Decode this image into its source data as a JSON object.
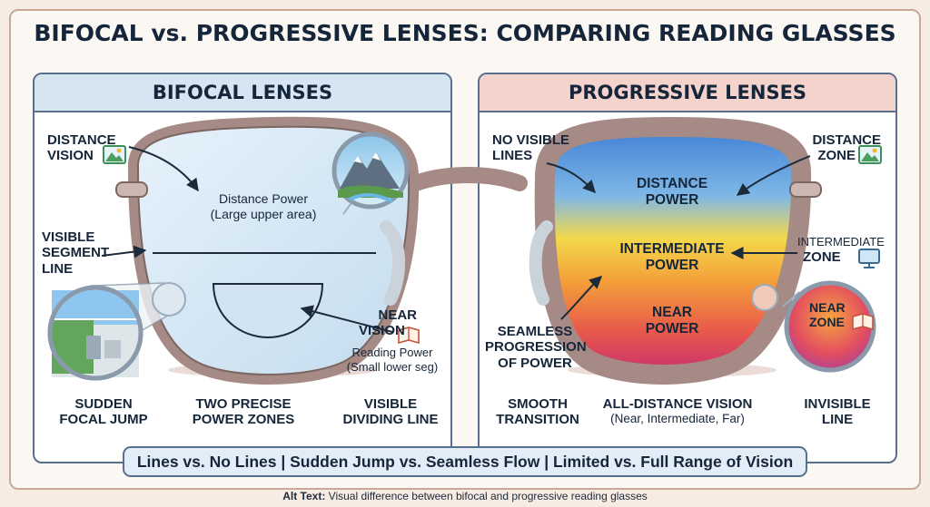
{
  "title": "BIFOCAL vs. PROGRESSIVE LENSES: COMPARING READING GLASSES",
  "bifocal": {
    "header": "BIFOCAL LENSES",
    "distance_vision": [
      "DISTANCE",
      "VISION"
    ],
    "visible_segment_line": [
      "VISIBLE",
      "SEGMENT",
      "LINE"
    ],
    "distance_power": "Distance Power",
    "large_upper_area": "(Large upper area)",
    "near_vision": [
      "NEAR",
      "VISION"
    ],
    "reading_power": "Reading Power",
    "small_lower_seg": "(Small lower seg)",
    "bottom_labels": [
      [
        "SUDDEN",
        "FOCAL JUMP"
      ],
      [
        "TWO PRECISE",
        "POWER ZONES"
      ],
      [
        "VISIBLE",
        "DIVIDING LINE"
      ]
    ]
  },
  "progressive": {
    "header": "PROGRESSIVE LENSES",
    "no_visible_lines": [
      "NO VISIBLE",
      "LINES"
    ],
    "distance_zone": [
      "DISTANCE",
      "ZONE"
    ],
    "distance_power": [
      "DISTANCE",
      "POWER"
    ],
    "intermediate_power": [
      "INTERMEDIATE",
      "POWER"
    ],
    "intermediate_zone": [
      "INTERMEDIATE",
      "ZONE"
    ],
    "near_power": [
      "NEAR",
      "POWER"
    ],
    "near_zone": [
      "NEAR",
      "ZONE"
    ],
    "seamless": [
      "SEAMLESS",
      "PROGRESSION",
      "OF POWER"
    ],
    "bottom_labels": [
      [
        "SMOOTH",
        "TRANSITION"
      ],
      [
        "ALL-DISTANCE VISION",
        "(Near, Intermediate, Far)"
      ],
      [
        "INVISIBLE",
        "LINE"
      ]
    ]
  },
  "comparison": "Lines vs. No Lines | Sudden Jump vs. Seamless Flow | Limited vs. Full Range of Vision",
  "alt_text_label": "Alt Text:",
  "alt_text": "Visual difference between bifocal and progressive reading glasses",
  "colors": {
    "frame": "#a58a85",
    "bifocal_header": "#d6e5f2",
    "progressive_header": "#f4d3cc",
    "border": "#58708a"
  },
  "icons": [
    "landscape-icon",
    "book-icon",
    "monitor-icon"
  ]
}
